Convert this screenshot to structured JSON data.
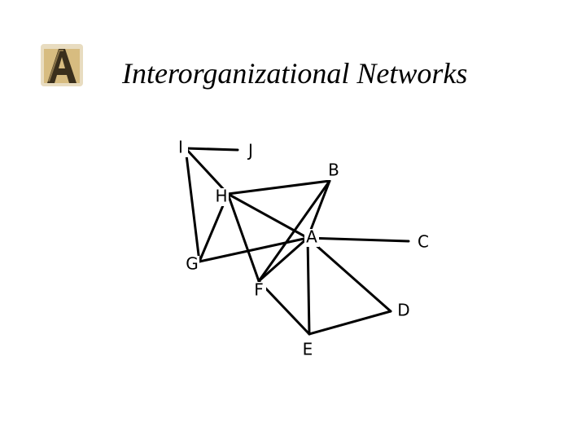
{
  "slide": {
    "title": "Interorganizational Networks",
    "logo": {
      "letter": "A",
      "icon": "letter-a-logo-icon",
      "colors": [
        "#c9a24a",
        "#5a4a2a",
        "#e8dcc0"
      ]
    }
  },
  "diagram": {
    "type": "network",
    "nodes": [
      {
        "id": "I",
        "label": "I"
      },
      {
        "id": "J",
        "label": "J"
      },
      {
        "id": "B",
        "label": "B"
      },
      {
        "id": "H",
        "label": "H"
      },
      {
        "id": "A",
        "label": "A"
      },
      {
        "id": "C",
        "label": "C"
      },
      {
        "id": "G",
        "label": "G"
      },
      {
        "id": "F",
        "label": "F"
      },
      {
        "id": "D",
        "label": "D"
      },
      {
        "id": "E",
        "label": "E"
      }
    ],
    "edges": [
      [
        "I",
        "J"
      ],
      [
        "I",
        "H"
      ],
      [
        "I",
        "G"
      ],
      [
        "H",
        "B"
      ],
      [
        "H",
        "A"
      ],
      [
        "H",
        "G"
      ],
      [
        "H",
        "F"
      ],
      [
        "B",
        "A"
      ],
      [
        "B",
        "F"
      ],
      [
        "A",
        "G"
      ],
      [
        "A",
        "C"
      ],
      [
        "A",
        "F"
      ],
      [
        "A",
        "D"
      ],
      [
        "A",
        "E"
      ],
      [
        "F",
        "E"
      ],
      [
        "E",
        "D"
      ]
    ]
  }
}
